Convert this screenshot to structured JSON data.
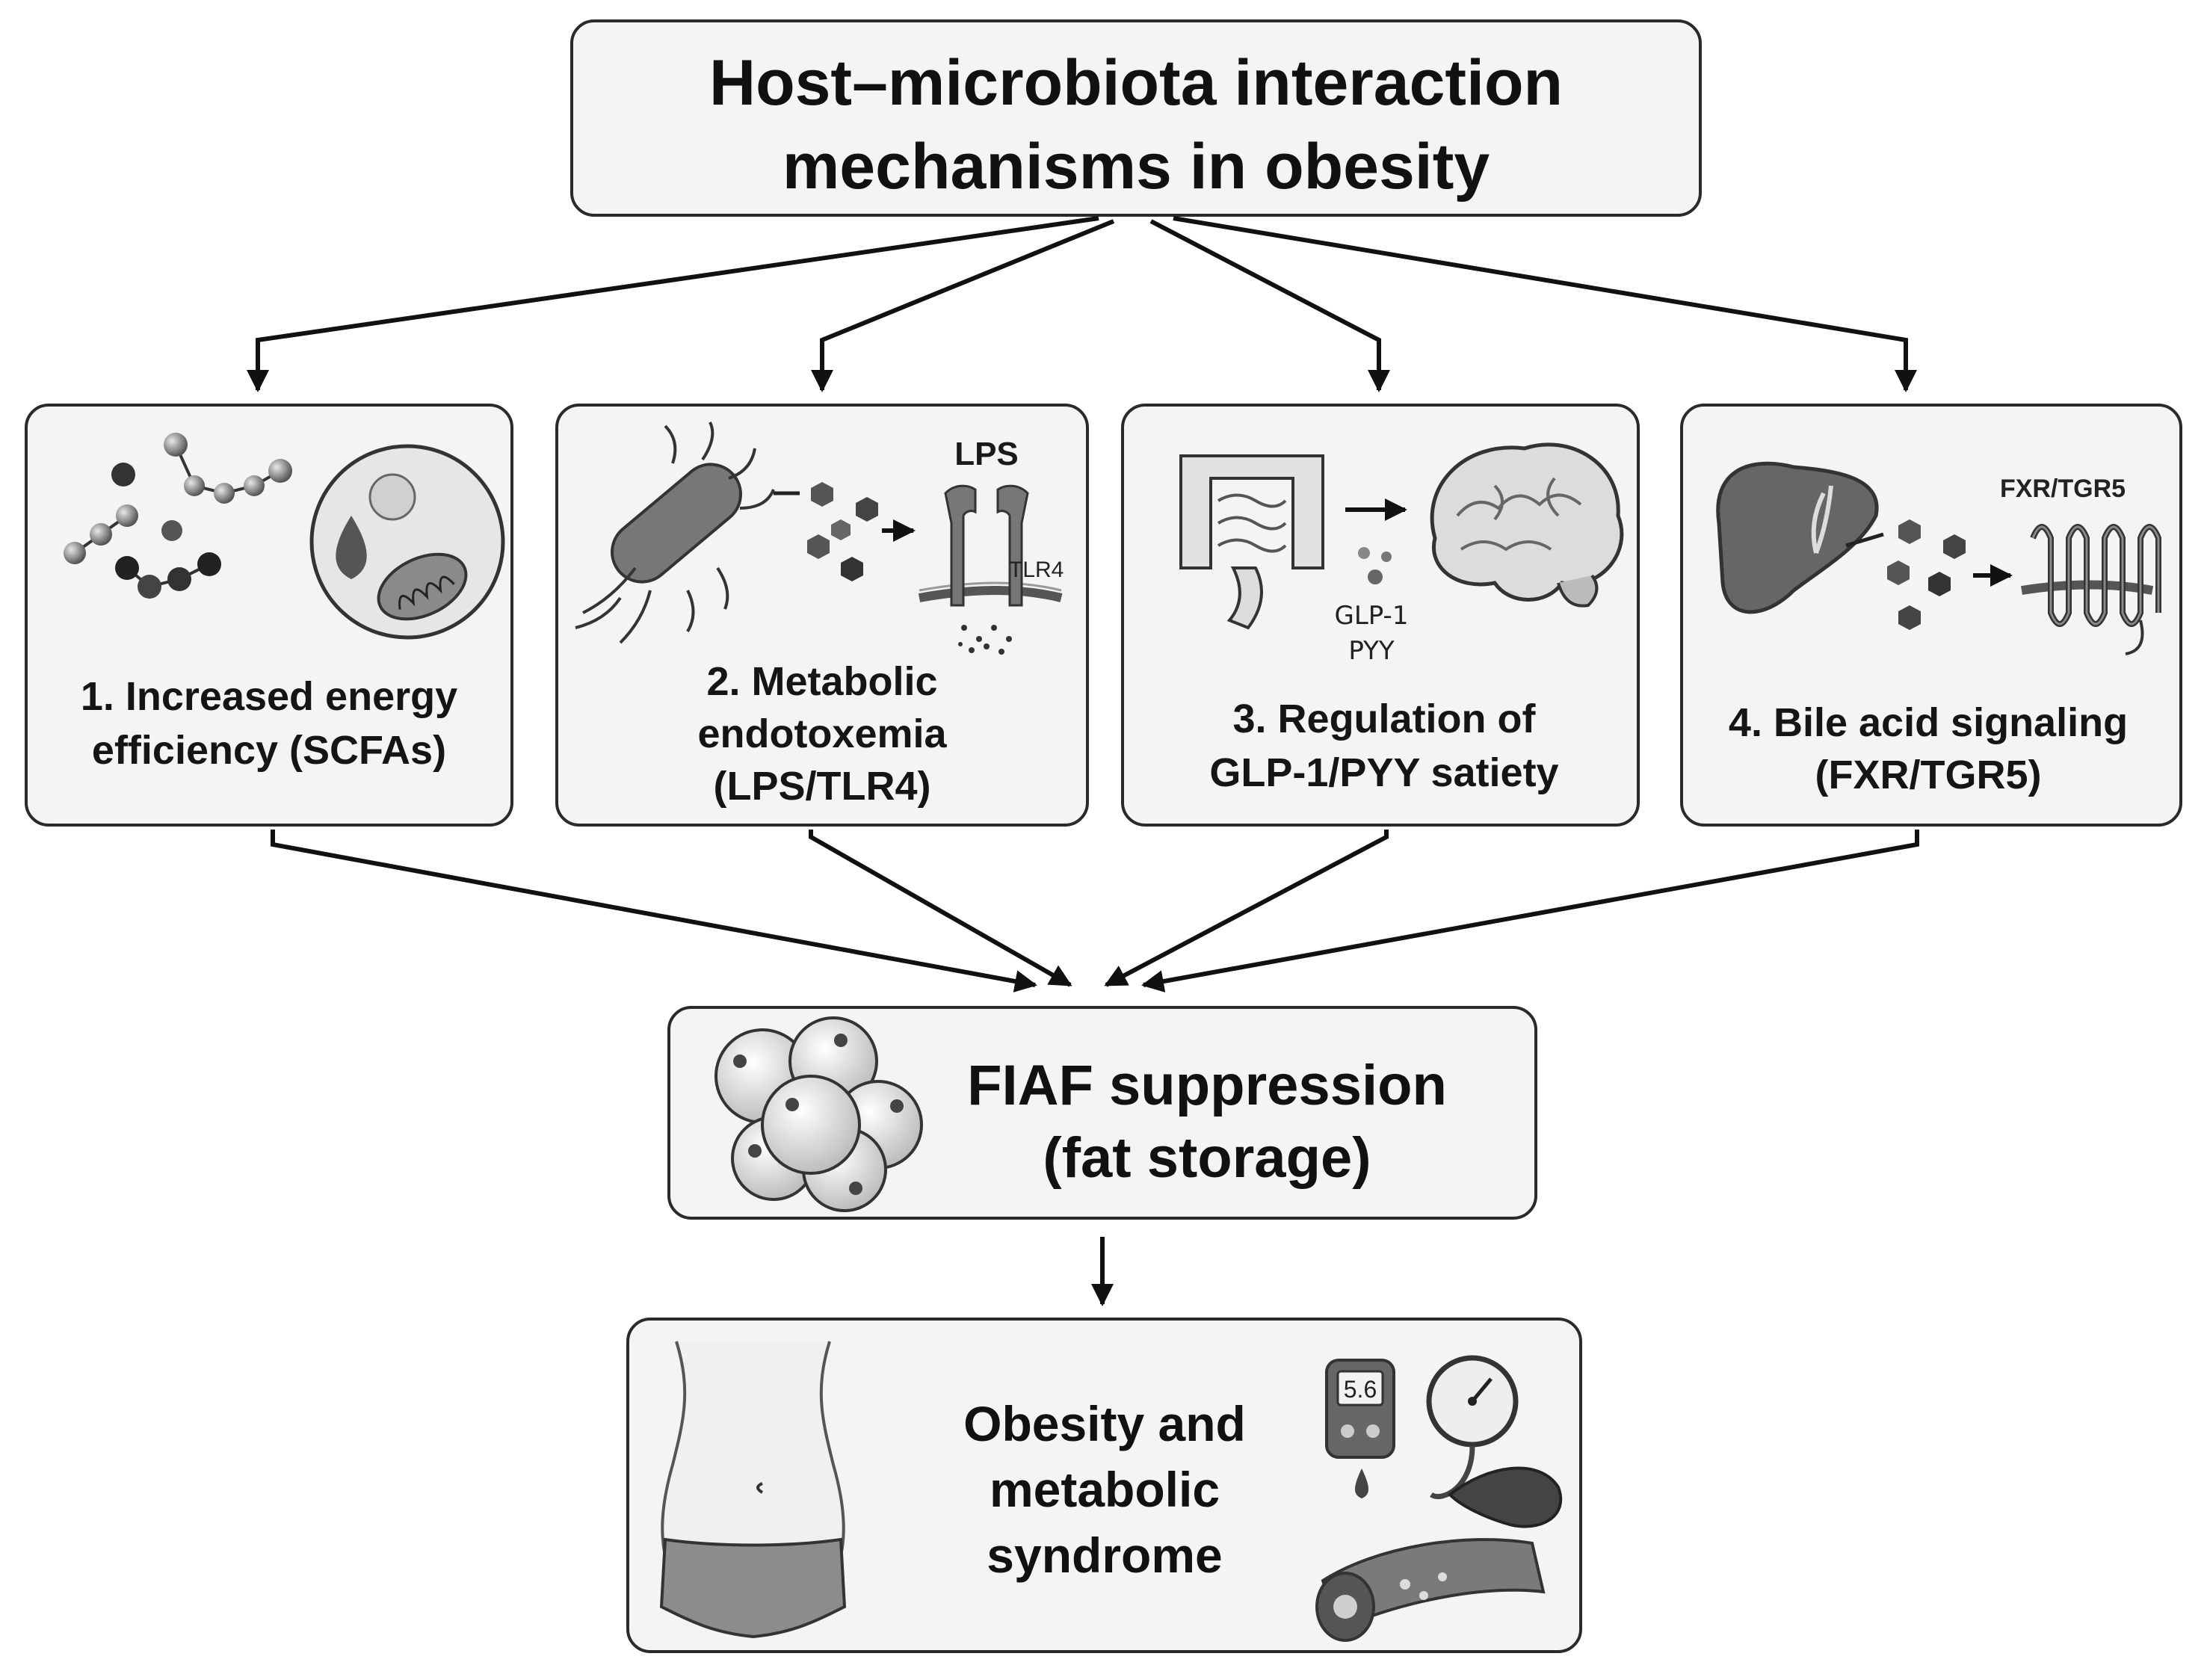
{
  "title": {
    "line1": "Host–microbiota interaction",
    "line2": "mechanisms in obesity"
  },
  "mechanisms": [
    {
      "line1": "1. Increased energy",
      "line2": "efficiency (SCFAs)",
      "line3": ""
    },
    {
      "line1": "2. Metabolic",
      "line2": "endotoxemia",
      "line3": "(LPS/TLR4)"
    },
    {
      "line1": "3. Regulation of",
      "line2": "GLP-1/PYY satiety",
      "line3": ""
    },
    {
      "line1": "4. Bile acid signaling",
      "line2": "(FXR/TGR5)",
      "line3": ""
    }
  ],
  "icon_labels": {
    "lps": "LPS",
    "tlr4": "TLR4",
    "glp1": "GLP-1",
    "pyy": "PYY",
    "fxr_tgr5": "FXR/TGR5",
    "glucose_reading": "5.6"
  },
  "fiaf": {
    "line1": "FIAF suppression",
    "line2": "(fat storage)"
  },
  "outcome": {
    "line1": "Obesity and",
    "line2": "metabolic",
    "line3": "syndrome"
  },
  "icons": [
    "scfa-molecules-icon",
    "mitochondria-cell-icon",
    "bacterium-icon",
    "lps-particles-icon",
    "tlr4-receptor-icon",
    "intestine-icon",
    "brain-icon",
    "liver-icon",
    "gpcr-receptor-icon",
    "fat-cells-icon",
    "abdomen-icon",
    "glucometer-icon",
    "blood-pressure-gauge-icon",
    "artery-plaque-icon"
  ],
  "colors": {
    "box_fill": "#f4f4f4",
    "stroke": "#2a2a2a",
    "text": "#111111"
  }
}
